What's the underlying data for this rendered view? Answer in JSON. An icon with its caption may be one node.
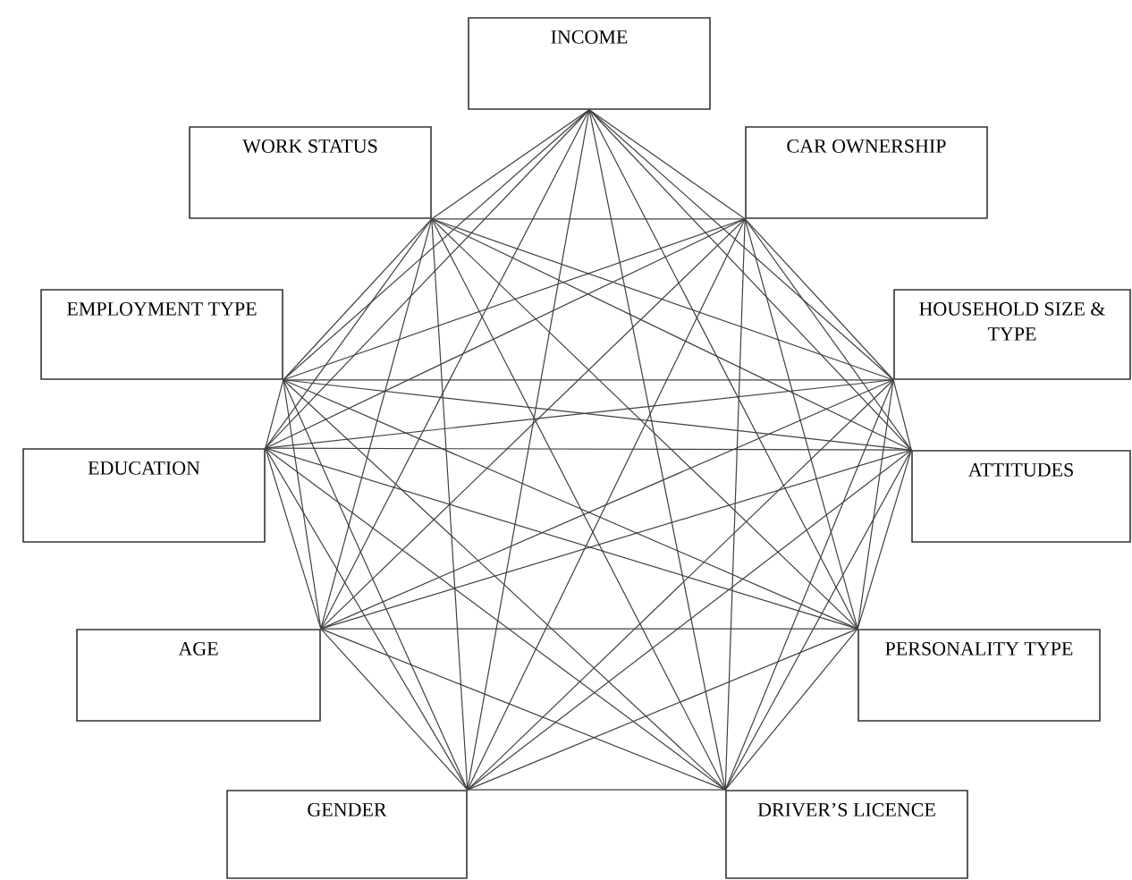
{
  "diagram": {
    "nodes": [
      {
        "text": [
          "INCOME"
        ]
      },
      {
        "text": [
          "WORK STATUS"
        ]
      },
      {
        "text": [
          "CAR OWNERSHIP"
        ]
      },
      {
        "text": [
          "EMPLOYMENT TYPE"
        ]
      },
      {
        "text": [
          "HOUSEHOLD SIZE & TYPE"
        ]
      },
      {
        "text": [
          "EDUCATION"
        ]
      },
      {
        "text": [
          "ATTITUDES"
        ]
      },
      {
        "text": [
          "AGE"
        ]
      },
      {
        "text": [
          "PERSONALITY TYPE"
        ]
      },
      {
        "text": [
          "GENDER"
        ]
      },
      {
        "text": [
          "DRIVER’S LICENCE"
        ]
      }
    ],
    "edges": [
      {
        "from": 0,
        "to": 1,
        "arrow": "none"
      },
      {
        "from": 0,
        "to": 2,
        "arrow": "none"
      },
      {
        "from": 0,
        "to": 3,
        "arrow": "none"
      },
      {
        "from": 0,
        "to": 4,
        "arrow": "none"
      },
      {
        "from": 0,
        "to": 5,
        "arrow": "none"
      },
      {
        "from": 0,
        "to": 6,
        "arrow": "none"
      },
      {
        "from": 0,
        "to": 7,
        "arrow": "none"
      },
      {
        "from": 0,
        "to": 8,
        "arrow": "none"
      },
      {
        "from": 0,
        "to": 9,
        "arrow": "none"
      },
      {
        "from": 0,
        "to": 10,
        "arrow": "none"
      },
      {
        "from": 1,
        "to": 2,
        "arrow": "none"
      },
      {
        "from": 1,
        "to": 3,
        "arrow": "none"
      },
      {
        "from": 1,
        "to": 4,
        "arrow": "none"
      },
      {
        "from": 1,
        "to": 5,
        "arrow": "none"
      },
      {
        "from": 1,
        "to": 6,
        "arrow": "none"
      },
      {
        "from": 1,
        "to": 7,
        "arrow": "none"
      },
      {
        "from": 1,
        "to": 8,
        "arrow": "none"
      },
      {
        "from": 1,
        "to": 9,
        "arrow": "none"
      },
      {
        "from": 1,
        "to": 10,
        "arrow": "none"
      },
      {
        "from": 2,
        "to": 3,
        "arrow": "none"
      },
      {
        "from": 2,
        "to": 4,
        "arrow": "none"
      },
      {
        "from": 2,
        "to": 5,
        "arrow": "none"
      },
      {
        "from": 2,
        "to": 6,
        "arrow": "none"
      },
      {
        "from": 2,
        "to": 7,
        "arrow": "none"
      },
      {
        "from": 2,
        "to": 8,
        "arrow": "none"
      },
      {
        "from": 2,
        "to": 9,
        "arrow": "none"
      },
      {
        "from": 2,
        "to": 10,
        "arrow": "none"
      },
      {
        "from": 3,
        "to": 4,
        "arrow": "none"
      },
      {
        "from": 3,
        "to": 5,
        "arrow": "none"
      },
      {
        "from": 3,
        "to": 6,
        "arrow": "none"
      },
      {
        "from": 3,
        "to": 7,
        "arrow": "none"
      },
      {
        "from": 3,
        "to": 8,
        "arrow": "none"
      },
      {
        "from": 3,
        "to": 9,
        "arrow": "none"
      },
      {
        "from": 3,
        "to": 10,
        "arrow": "none"
      },
      {
        "from": 4,
        "to": 5,
        "arrow": "none"
      },
      {
        "from": 4,
        "to": 6,
        "arrow": "none"
      },
      {
        "from": 4,
        "to": 7,
        "arrow": "none"
      },
      {
        "from": 4,
        "to": 8,
        "arrow": "none"
      },
      {
        "from": 4,
        "to": 9,
        "arrow": "none"
      },
      {
        "from": 4,
        "to": 10,
        "arrow": "none"
      },
      {
        "from": 5,
        "to": 6,
        "arrow": "none"
      },
      {
        "from": 5,
        "to": 7,
        "arrow": "none"
      },
      {
        "from": 5,
        "to": 8,
        "arrow": "none"
      },
      {
        "from": 5,
        "to": 9,
        "arrow": "none"
      },
      {
        "from": 5,
        "to": 10,
        "arrow": "none"
      },
      {
        "from": 6,
        "to": 7,
        "arrow": "none"
      },
      {
        "from": 6,
        "to": 8,
        "arrow": "none"
      },
      {
        "from": 6,
        "to": 9,
        "arrow": "none"
      },
      {
        "from": 6,
        "to": 10,
        "arrow": "none"
      },
      {
        "from": 7,
        "to": 8,
        "arrow": "none"
      },
      {
        "from": 7,
        "to": 9,
        "arrow": "none"
      },
      {
        "from": 7,
        "to": 10,
        "arrow": "none"
      },
      {
        "from": 8,
        "to": 9,
        "arrow": "none"
      },
      {
        "from": 8,
        "to": 10,
        "arrow": "none"
      },
      {
        "from": 9,
        "to": 10,
        "arrow": "none"
      }
    ]
  }
}
